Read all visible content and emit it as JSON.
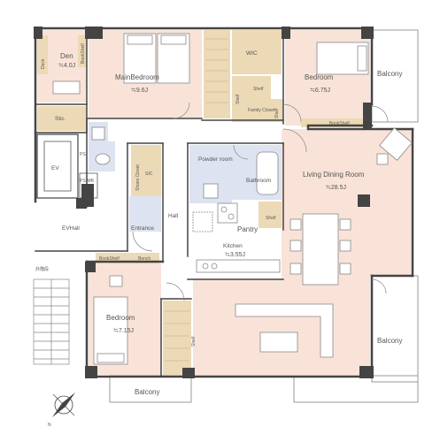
{
  "colors": {
    "room_fill": "#f9e3d8",
    "storage_fill": "#ecd9b6",
    "wet_fill": "#dde3f1",
    "wall": "#444444",
    "line": "#9a9a9a",
    "label": "#555555"
  },
  "rooms": {
    "den": {
      "name": "Den",
      "area": "≒4.0J"
    },
    "deck": {
      "name": "Deck"
    },
    "bookshelf_den": {
      "name": "BookShelf"
    },
    "main_bedroom": {
      "name": "MainBedroom",
      "area": "≒9.6J"
    },
    "wic": {
      "name": "WIC"
    },
    "shelf_wic": {
      "name": "Shelf"
    },
    "family_closet": {
      "name": "Family Closet"
    },
    "shelf_fc": {
      "name": "Shelf"
    },
    "shelf_fc2": {
      "name": "Shelf"
    },
    "bedroom_ne": {
      "name": "Bedroom",
      "area": "≒6.75J"
    },
    "bookshelf_ne": {
      "name": "BookShelf"
    },
    "balcony_ne": {
      "name": "Balcony"
    },
    "sto": {
      "name": "Sto."
    },
    "ev": {
      "name": "EV"
    },
    "ps": {
      "name": "PS"
    },
    "ps_mb": {
      "name": "PS-MB"
    },
    "shoes_closet": {
      "name": "Shoes Closet"
    },
    "sic": {
      "name": "SIC"
    },
    "powder_room": {
      "name": "Powder room"
    },
    "bathroom": {
      "name": "Bathroom"
    },
    "hall": {
      "name": "Hall"
    },
    "entrance": {
      "name": "Entrance"
    },
    "evhall": {
      "name": "EVHall"
    },
    "stairs_label": {
      "name": "外階段"
    },
    "pantry": {
      "name": "Pantry"
    },
    "shelf_pantry": {
      "name": "Shelf"
    },
    "kitchen": {
      "name": "Kitchen",
      "area": "≒3.55J"
    },
    "living": {
      "name": "Living Dining Room",
      "area": "≒28.5J"
    },
    "bookshelf_sw": {
      "name": "BookShelf"
    },
    "bench": {
      "name": "Bench"
    },
    "bedroom_sw": {
      "name": "Bedroom",
      "area": "≒7.15J"
    },
    "shelf_sw": {
      "name": "Shelf"
    },
    "balcony_s": {
      "name": "Balcony"
    },
    "balcony_se": {
      "name": "Balcony"
    }
  },
  "compass": {
    "north_label": "N"
  }
}
